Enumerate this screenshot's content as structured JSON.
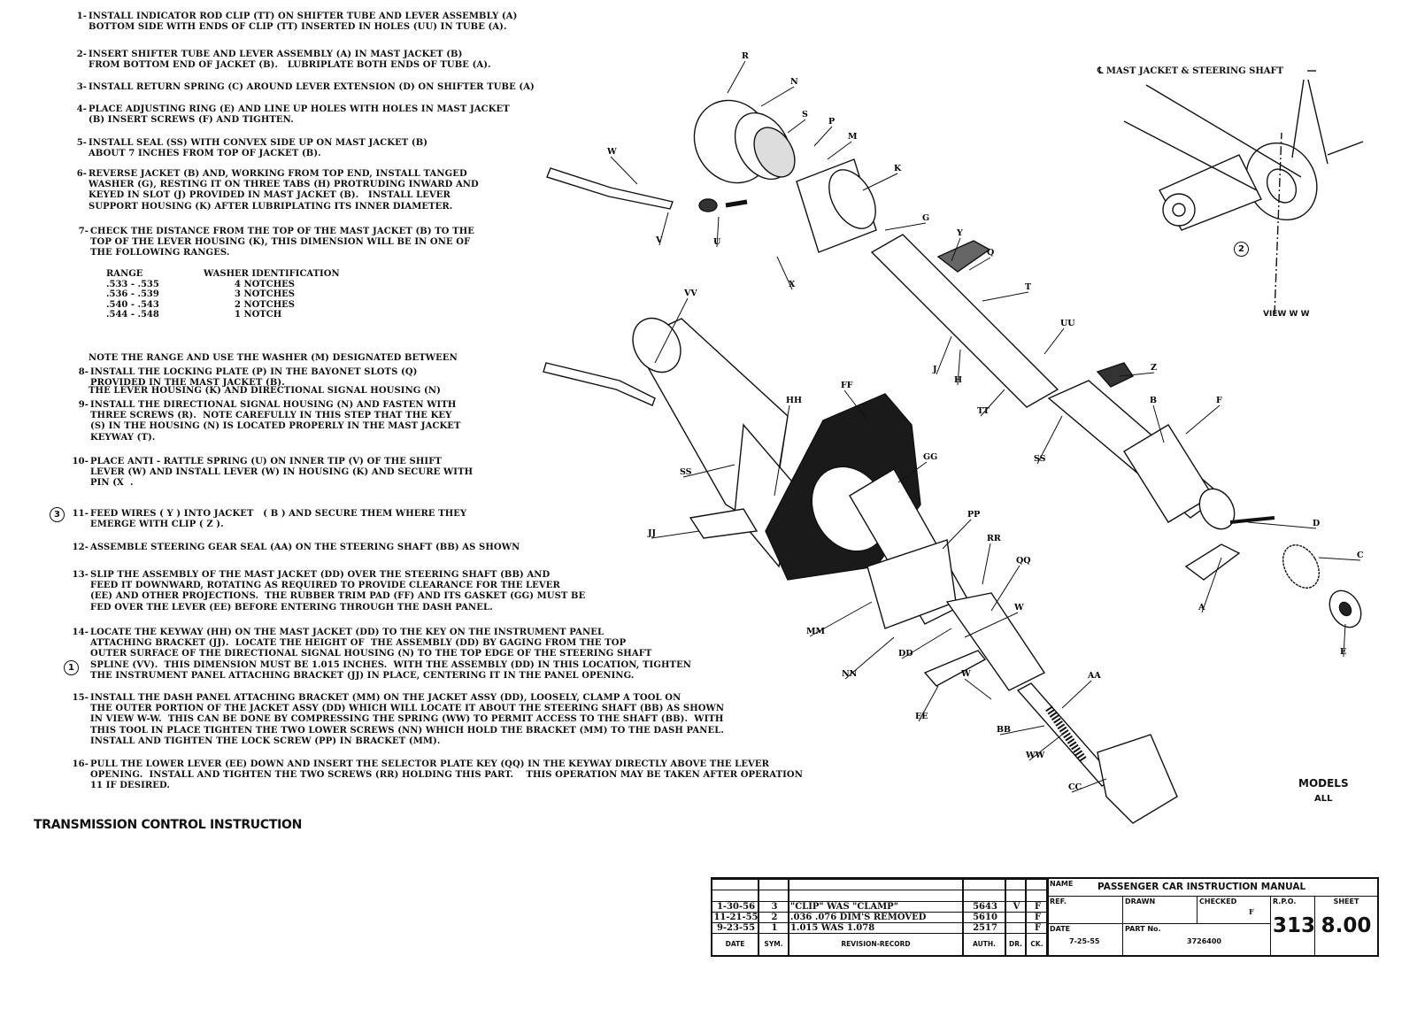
{
  "steps": [
    {
      "num": "1-",
      "lines": [
        "INSTALL INDICATOR ROD CLIP (TT) ON SHIFTER TUBE AND LEVER ASSEMBLY (A)",
        "BOTTOM SIDE WITH ENDS OF CLIP (TT) INSERTED IN HOLES (UU) IN TUBE (A)."
      ]
    },
    {
      "num": "2-",
      "lines": [
        "INSERT SHIFTER TUBE AND LEVER ASSEMBLY (A) IN MAST JACKET (B)",
        "FROM BOTTOM END OF JACKET (B).   LUBRIPLATE BOTH ENDS OF TUBE (A)."
      ]
    },
    {
      "num": "3-",
      "lines": [
        "INSTALL RETURN SPRING (C) AROUND LEVER EXTENSION (D) ON SHIFTER TUBE (A)"
      ]
    },
    {
      "num": "4-",
      "lines": [
        "PLACE ADJUSTING RING (E) AND LINE UP HOLES WITH HOLES IN MAST JACKET",
        "(B) INSERT SCREWS (F) AND TIGHTEN."
      ]
    },
    {
      "num": "5-",
      "lines": [
        "INSTALL SEAL (SS) WITH CONVEX SIDE UP ON MAST JACKET (B)",
        "ABOUT 7 INCHES FROM TOP OF JACKET (B)."
      ]
    },
    {
      "num": "6-",
      "lines": [
        "REVERSE JACKET (B) AND, WORKING FROM TOP END, INSTALL TANGED",
        "WASHER (G), RESTING IT ON THREE TABS (H) PROTRUDING INWARD AND",
        "KEYED IN SLOT (J) PROVIDED IN MAST JACKET (B).   INSTALL LEVER",
        "SUPPORT HOUSING (K) AFTER LUBRIPLATING ITS INNER DIAMETER."
      ]
    },
    {
      "num": "7-",
      "lines": [
        "CHECK THE DISTANCE FROM THE TOP OF THE MAST JACKET (B) TO THE",
        "TOP OF THE LEVER HOUSING (K), THIS DIMENSION WILL BE IN ONE OF",
        "THE FOLLOWING RANGES."
      ]
    },
    {
      "num": "8-",
      "lines": [
        "INSTALL THE LOCKING PLATE (P) IN THE BAYONET SLOTS (Q)",
        "PROVIDED IN THE MAST JACKET (B)."
      ]
    },
    {
      "num": "9-",
      "lines": [
        "INSTALL THE DIRECTIONAL SIGNAL HOUSING (N) AND FASTEN WITH",
        "THREE SCREWS (R).  NOTE CAREFULLY IN THIS STEP THAT THE KEY",
        "(S) IN THE HOUSING (N) IS LOCATED PROPERLY IN THE MAST JACKET",
        "KEYWAY (T)."
      ]
    },
    {
      "num": "10-",
      "lines": [
        "PLACE ANTI - RATTLE SPRING (U) ON INNER TIP (V) OF THE SHIFT",
        "LEVER (W) AND INSTALL LEVER (W) IN HOUSING (K) AND SECURE WITH",
        "PIN (X  ."
      ]
    },
    {
      "num": "11-",
      "lines": [
        "FEED WIRES ( Y ) INTO JACKET   ( B ) AND SECURE THEM WHERE THEY",
        "EMERGE WITH CLIP ( Z )."
      ]
    },
    {
      "num": "12-",
      "lines": [
        "ASSEMBLE STEERING GEAR SEAL (AA) ON THE STEERING SHAFT (BB) AS SHOWN"
      ]
    },
    {
      "num": "13-",
      "lines": [
        "SLIP THE ASSEMBLY OF THE MAST JACKET (DD) OVER THE STEERING SHAFT (BB) AND",
        "FEED IT DOWNWARD, ROTATING AS REQUIRED TO PROVIDE CLEARANCE FOR THE LEVER",
        "(EE) AND OTHER PROJECTIONS.  THE RUBBER TRIM PAD (FF) AND ITS GASKET (GG) MUST BE",
        "FED OVER THE LEVER (EE) BEFORE ENTERING THROUGH THE DASH PANEL."
      ]
    },
    {
      "num": "14-",
      "lines": [
        "LOCATE THE KEYWAY (HH) ON THE MAST JACKET (DD) TO THE KEY ON THE INSTRUMENT PANEL",
        "ATTACHING BRACKET (JJ).  LOCATE THE HEIGHT OF  THE ASSEMBLY (DD) BY GAGING FROM THE TOP",
        "OUTER SURFACE OF THE DIRECTIONAL SIGNAL HOUSING (N) TO THE TOP EDGE OF THE STEERING SHAFT",
        "SPLINE (VV).  THIS DIMENSION MUST BE 1.015 INCHES.  WITH THE ASSEMBLY (DD) IN THIS LOCATION, TIGHTEN",
        "THE INSTRUMENT PANEL ATTACHING BRACKET (JJ) IN PLACE, CENTERING IT IN THE PANEL OPENING."
      ]
    },
    {
      "num": "15-",
      "lines": [
        "INSTALL THE DASH PANEL ATTACHING BRACKET (MM) ON THE JACKET ASSY (DD), LOOSELY, CLAMP A TOOL ON",
        "THE OUTER PORTION OF THE JACKET ASSY (DD) WHICH WILL LOCATE IT ABOUT THE STEERING SHAFT (BB) AS SHOWN",
        "IN VIEW W-W.  THIS CAN BE DONE BY COMPRESSING THE SPRING (WW) TO PERMIT ACCESS TO THE SHAFT (BB).  WITH",
        "THIS TOOL IN PLACE TIGHTEN THE TWO LOWER SCREWS (NN) WHICH HOLD THE BRACKET (MM) TO THE DASH PANEL.",
        "INSTALL AND TIGHTEN THE LOCK SCREW (PP) IN BRACKET (MM)."
      ]
    },
    {
      "num": "16-",
      "lines": [
        "PULL THE LOWER LEVER (EE) DOWN AND INSERT THE SELECTOR PLATE KEY (QQ) IN THE KEYWAY DIRECTLY ABOVE THE LEVER",
        "OPENING.  INSTALL AND TIGHTEN THE TWO SCREWS (RR) HOLDING THIS PART.    THIS OPERATION MAY BE TAKEN AFTER OPERATION",
        "11 IF DESIRED."
      ]
    }
  ],
  "range_table": {
    "headers": [
      "RANGE",
      "WASHER IDENTIFICATION"
    ],
    "rows": [
      [
        ".533 - .535",
        "4 NOTCHES"
      ],
      [
        ".536 - .539",
        "3 NOTCHES"
      ],
      [
        ".540 - .543",
        "2 NOTCHES"
      ],
      [
        ".544 - .548",
        "1 NOTCH"
      ]
    ],
    "note": [
      "NOTE THE RANGE AND USE THE WASHER (M) DESIGNATED BETWEEN",
      "THE LEVER HOUSING (K) AND DIRECTIONAL SIGNAL HOUSING (N)"
    ]
  },
  "callouts": {
    "c3": "3",
    "c1": "1",
    "c2": "2"
  },
  "title": "TRANSMISSION CONTROL INSTRUCTION",
  "diagram": {
    "part_labels": [
      "R",
      "N",
      "S",
      "P",
      "M",
      "W",
      "K",
      "V",
      "U",
      "G",
      "Y",
      "Q",
      "T",
      "X",
      "J",
      "H",
      "UU",
      "VV",
      "FF",
      "HH",
      "Z",
      "TT",
      "B",
      "F",
      "GG",
      "SS",
      "SS",
      "D",
      "C",
      "JJ",
      "PP",
      "RR",
      "QQ",
      "W",
      "A",
      "E",
      "MM",
      "DD",
      "NN",
      "W",
      "AA",
      "EE",
      "BB",
      "WW",
      "CC"
    ],
    "centerline_label": "℄ MAST JACKET & STEERING SHAFT",
    "view_label": "VIEW W W",
    "models_label": "MODELS",
    "models_value": "ALL"
  },
  "title_block": {
    "revisions": [
      {
        "date": "1-30-56",
        "sym": "3",
        "record": "\"CLIP\" WAS \"CLAMP\"",
        "auth": "5643",
        "dr": "V",
        "ck": "F"
      },
      {
        "date": "11-21-55",
        "sym": "2",
        "record": ".036 .076 DIM'S REMOVED",
        "auth": "5610",
        "dr": "",
        "ck": "F"
      },
      {
        "date": "9-23-55",
        "sym": "1",
        "record": "1.015 WAS 1.078",
        "auth": "2517",
        "dr": "",
        "ck": "F"
      }
    ],
    "headers": {
      "date": "DATE",
      "sym": "SYM.",
      "record": "REVISION-RECORD",
      "auth": "AUTH.",
      "dr": "DR.",
      "ck": "CK."
    },
    "name_label": "NAME",
    "name": "PASSENGER CAR INSTRUCTION MANUAL",
    "ref_label": "REF.",
    "drawn_label": "DRAWN",
    "checked_label": "CHECKED",
    "checked": "F",
    "rpo_label": "R.P.O.",
    "rpo": "313",
    "sheet_label": "SHEET",
    "sheet": "8.00",
    "date_label": "DATE",
    "date": "7-25-55",
    "part_label": "PART No.",
    "part": "3726400"
  }
}
